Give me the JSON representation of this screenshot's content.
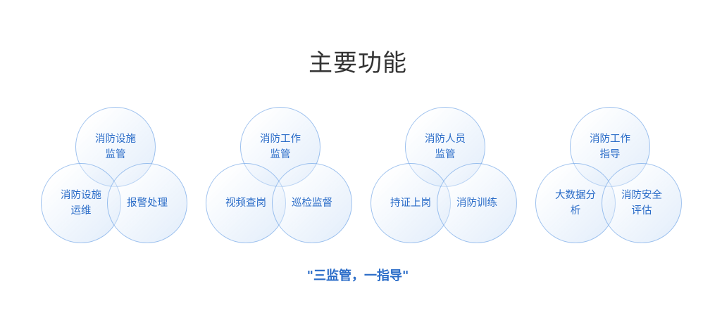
{
  "title": "主要功能",
  "groups": [
    {
      "top": "消防设施监管",
      "left": "消防设施运维",
      "right": "报警处理"
    },
    {
      "top": "消防工作监管",
      "left": "视频查岗",
      "right": "巡检监督"
    },
    {
      "top": "消防人员监管",
      "left": "持证上岗",
      "right": "消防训练"
    },
    {
      "top": "消防工作指导",
      "left": "大数据分析",
      "right": "消防安全评估"
    }
  ],
  "slogan": "\"三监管，一指导\""
}
